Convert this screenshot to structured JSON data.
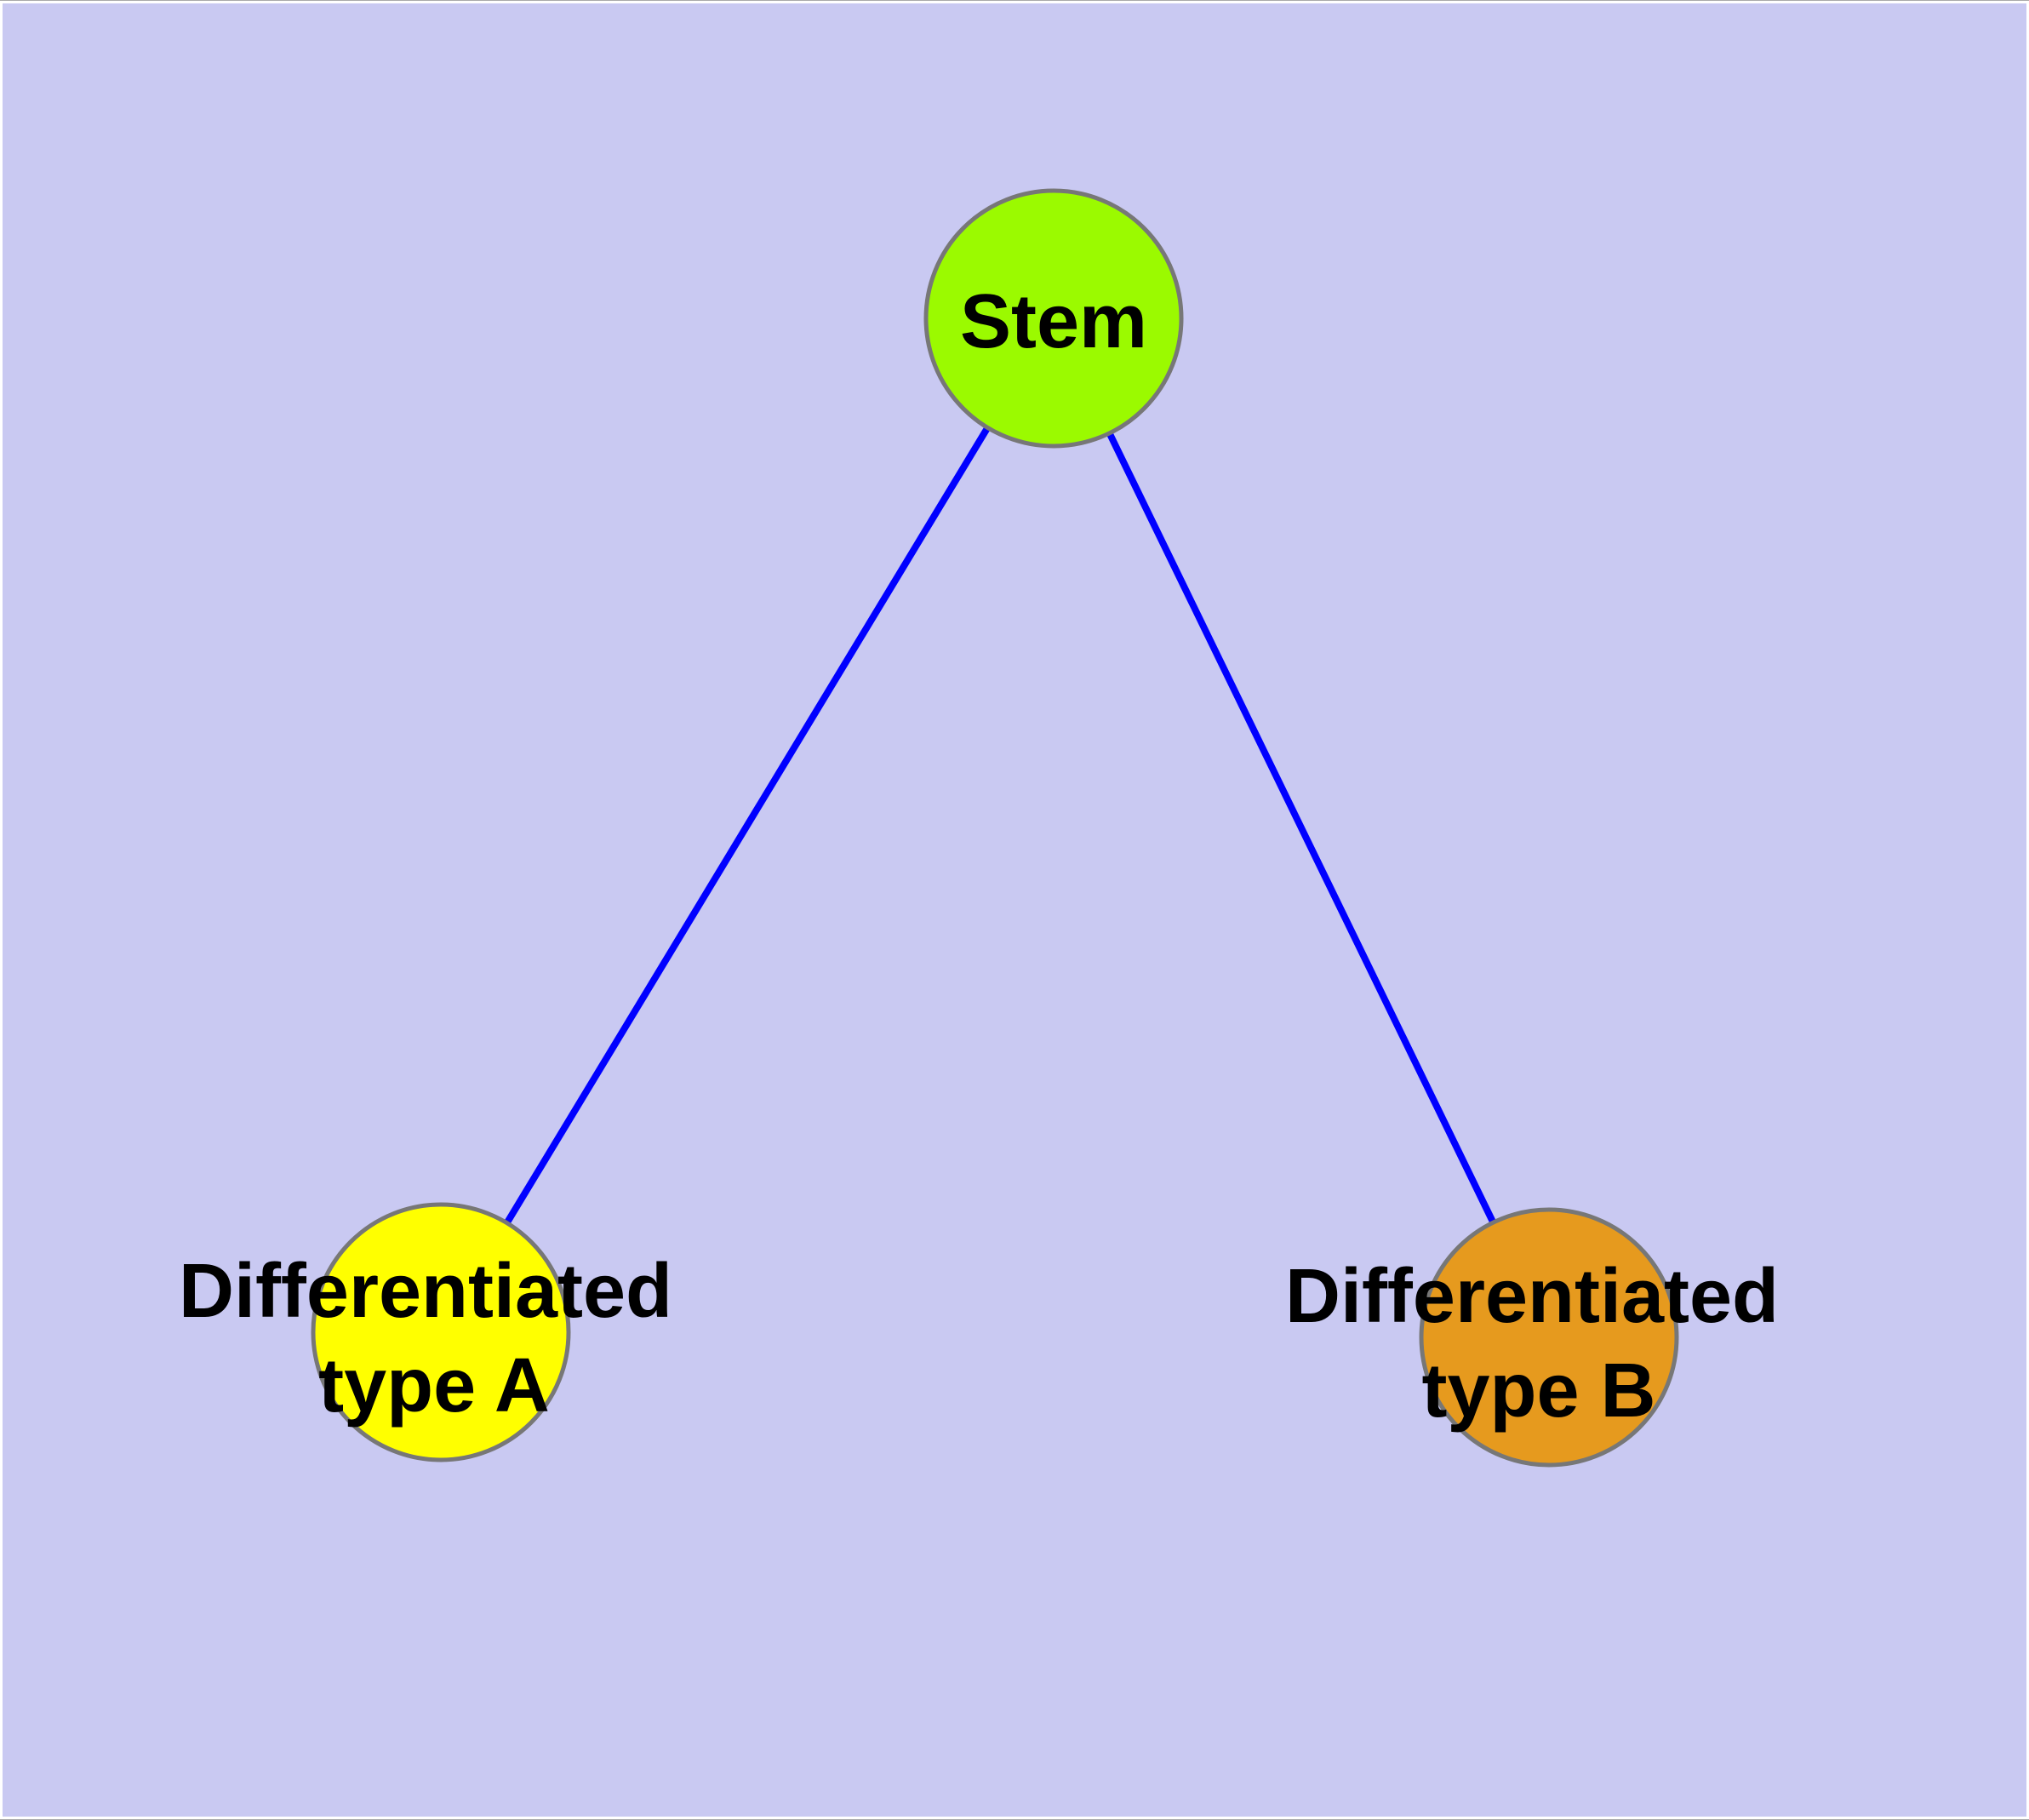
{
  "diagram": {
    "type": "node-link-graph",
    "colors": {
      "background": "#c9c9f2",
      "page_frame": "#ffffff",
      "edge": "#0000ff",
      "node_border": "#777777",
      "label": "#000000"
    },
    "nodes": [
      {
        "id": "stem",
        "label": "Stem",
        "label_lines": [
          "Stem"
        ],
        "color": "#9bfa00"
      },
      {
        "id": "type-a",
        "label": "Differentiated type A",
        "label_lines": [
          "Differentiated",
          "type A"
        ],
        "color": "#ffff00"
      },
      {
        "id": "type-b",
        "label": "Differentiated type B",
        "label_lines": [
          "Differentiated",
          "type B"
        ],
        "color": "#e69a1e"
      }
    ],
    "edges": [
      {
        "source": "Stem",
        "target": "Differentiated type A"
      },
      {
        "source": "Stem",
        "target": "Differentiated type B"
      }
    ]
  }
}
